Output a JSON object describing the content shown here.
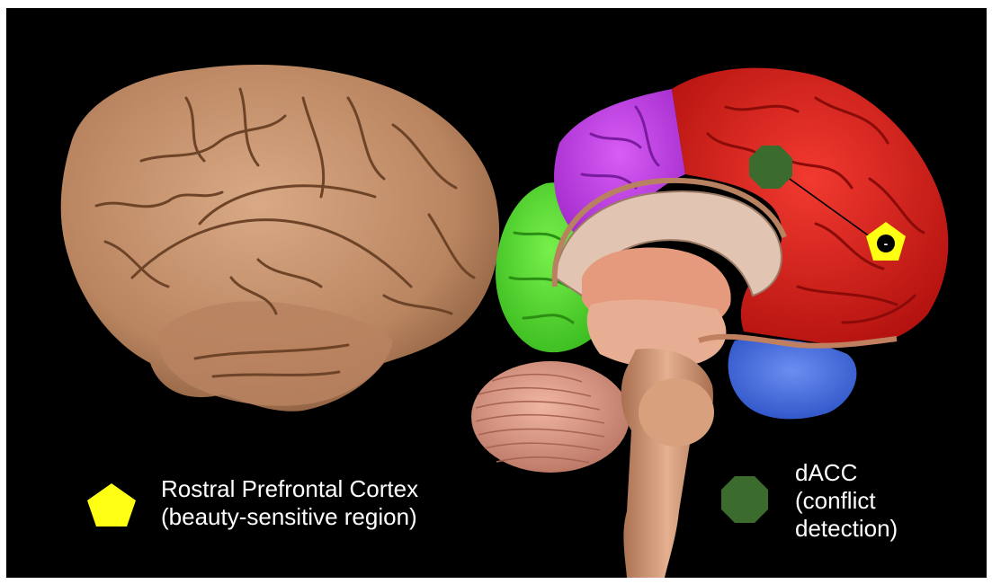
{
  "legend": {
    "rostral": {
      "line1": "Rostral Prefrontal Cortex",
      "line2": "(beauty-sensitive region)",
      "icon": "yellow-pentagon-icon"
    },
    "dacc": {
      "line1": "dACC",
      "line2": "(conflict",
      "line3": "detection)",
      "icon": "green-octagon-icon"
    }
  },
  "markers": {
    "rostral_marker_symbol": "-"
  },
  "colors": {
    "background": "#000000",
    "lateral_brain": "#c4916c",
    "frontal_lobe": "#d8201c",
    "parietal_lobe": "#c03ae6",
    "occipital_lobe": "#4fd82a",
    "temporal_lobe": "#3f68e0",
    "cerebellum": "#dd9b88",
    "brainstem": "#d9a07f",
    "rostral_marker": "#ffff14",
    "dacc_marker": "#3b6b2d"
  }
}
